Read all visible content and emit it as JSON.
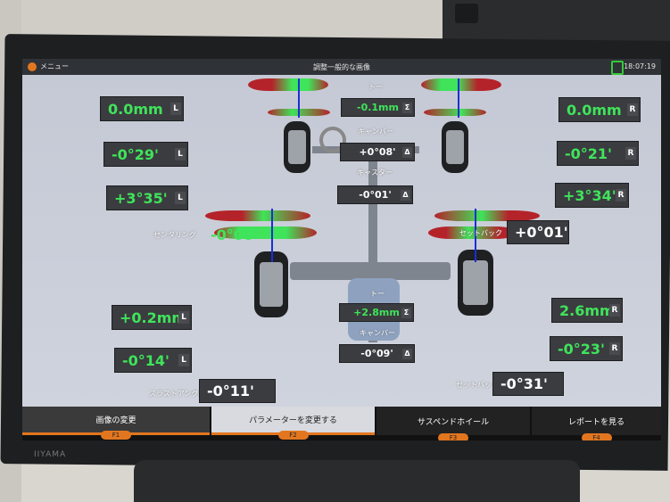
{
  "app": {
    "menu_label": "メニュー",
    "title": "調整一般的な画像",
    "time": "18:07:19",
    "monitor_brand": "IIYAMA"
  },
  "labels": {
    "toe_front": "トー",
    "camber_front": "キャンバー",
    "caster": "キャスター",
    "centering": "センタリング",
    "setback_front": "セットバック",
    "toe_rear": "トー",
    "camber_rear": "キャンバー",
    "thrust_angle": "スラストアングル",
    "setback_rear": "セットバック"
  },
  "front_left": {
    "toe": "0.0mm",
    "toe_unit": "L",
    "camber": "-0°29'",
    "camber_unit": "L",
    "caster": "+3°35'",
    "caster_unit": "L"
  },
  "front_right": {
    "toe": "0.0mm",
    "toe_unit": "R",
    "camber": "-0°21'",
    "camber_unit": "R",
    "caster": "+3°34'",
    "caster_unit": "R"
  },
  "front_center": {
    "toe": "-0.1mm",
    "toe_unit": "Σ",
    "camber": "+0°08'",
    "camber_unit": "Δ",
    "caster": "-0°01'",
    "caster_unit": "Δ",
    "centering": "-0°00'",
    "setback": "+0°01'"
  },
  "rear_left": {
    "toe": "+0.2mm",
    "toe_unit": "L",
    "camber": "-0°14'",
    "camber_unit": "L"
  },
  "rear_right": {
    "toe": "2.6mm",
    "toe_unit": "R",
    "camber": "-0°23'",
    "camber_unit": "R"
  },
  "rear_center": {
    "toe": "+2.8mm",
    "toe_unit": "Σ",
    "camber": "-0°09'",
    "camber_unit": "Δ",
    "thrust_angle": "-0°11'",
    "setback": "-0°31'"
  },
  "function_keys": [
    {
      "label": "画像の変更",
      "key": "F1"
    },
    {
      "label": "パラメーターを変更する",
      "key": "F2"
    },
    {
      "label": "サスペンドホイール",
      "key": "F3"
    },
    {
      "label": "レポートを見る",
      "key": "F4"
    }
  ],
  "colors": {
    "value_green": "#3fe45a",
    "accent_orange": "#e2761f",
    "gauge_red": "#b5232a"
  },
  "icons": [
    "menu-icon",
    "car-status-icon",
    "arrow-icon"
  ]
}
